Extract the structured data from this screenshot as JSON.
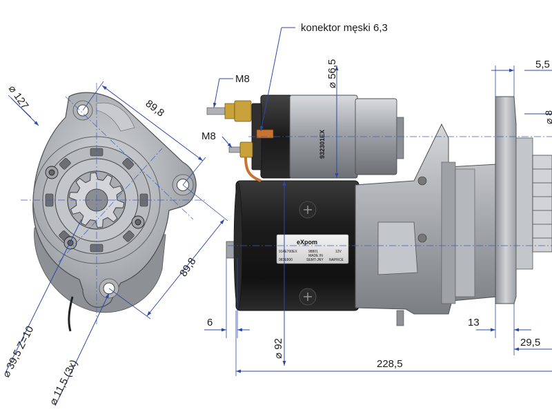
{
  "front_view": {
    "dim_flange_diameter": "⌀ 127",
    "dim_hole_spacing_top": "89,8",
    "dim_hole_spacing_side": "89,8",
    "dim_pinion_spec": "⌀ 39,5  Z=10",
    "dim_mount_holes": "⌀ 11,5   (3x)"
  },
  "side_view": {
    "connector_label": "konektor męski 6,3",
    "terminal_upper": "M8",
    "terminal_lower": "M8",
    "dim_solenoid_diameter": "⌀ 56,5",
    "solenoid_part_number": "932301EX",
    "dim_motor_diameter": "⌀ 92",
    "dim_rear_offset": "6",
    "dim_flange_thickness": "13",
    "dim_top_right": "5,5",
    "dim_right_partial": "⌀ 8",
    "dim_nose_length": "29,5",
    "dim_total_length": "228,5",
    "nameplate": {
      "brand": "eXpom",
      "code": "914E700EX",
      "voltage": "12V",
      "line2a": "98801",
      "line2b": "MADE IN",
      "line3a": "983E800",
      "line3b": "SEMT-JNY",
      "line3c": "NAPRCE"
    }
  },
  "colors": {
    "dimension_line": "#2b4aa8",
    "body_grey": "#b9bcc0",
    "motor_black": "#1e1e1e",
    "copper": "#c8742e",
    "brass": "#c9a23c"
  }
}
